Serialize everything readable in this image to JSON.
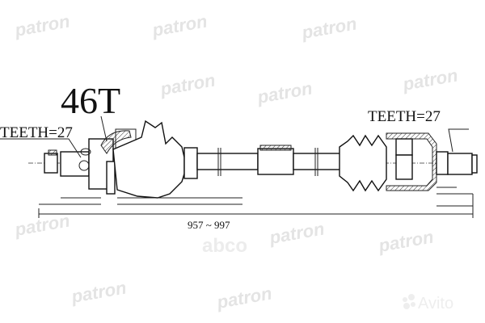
{
  "drawing": {
    "spline_count_label": "46T",
    "left_teeth_label": "TEETH=27",
    "right_teeth_label": "TEETH=27",
    "overall_length_label": "957 ~ 997"
  },
  "watermarks": {
    "brand": "patron",
    "center_logo": "abco",
    "corner_logo": "Avito"
  },
  "colors": {
    "line": "#111111",
    "watermark": "#e4e4e4"
  }
}
